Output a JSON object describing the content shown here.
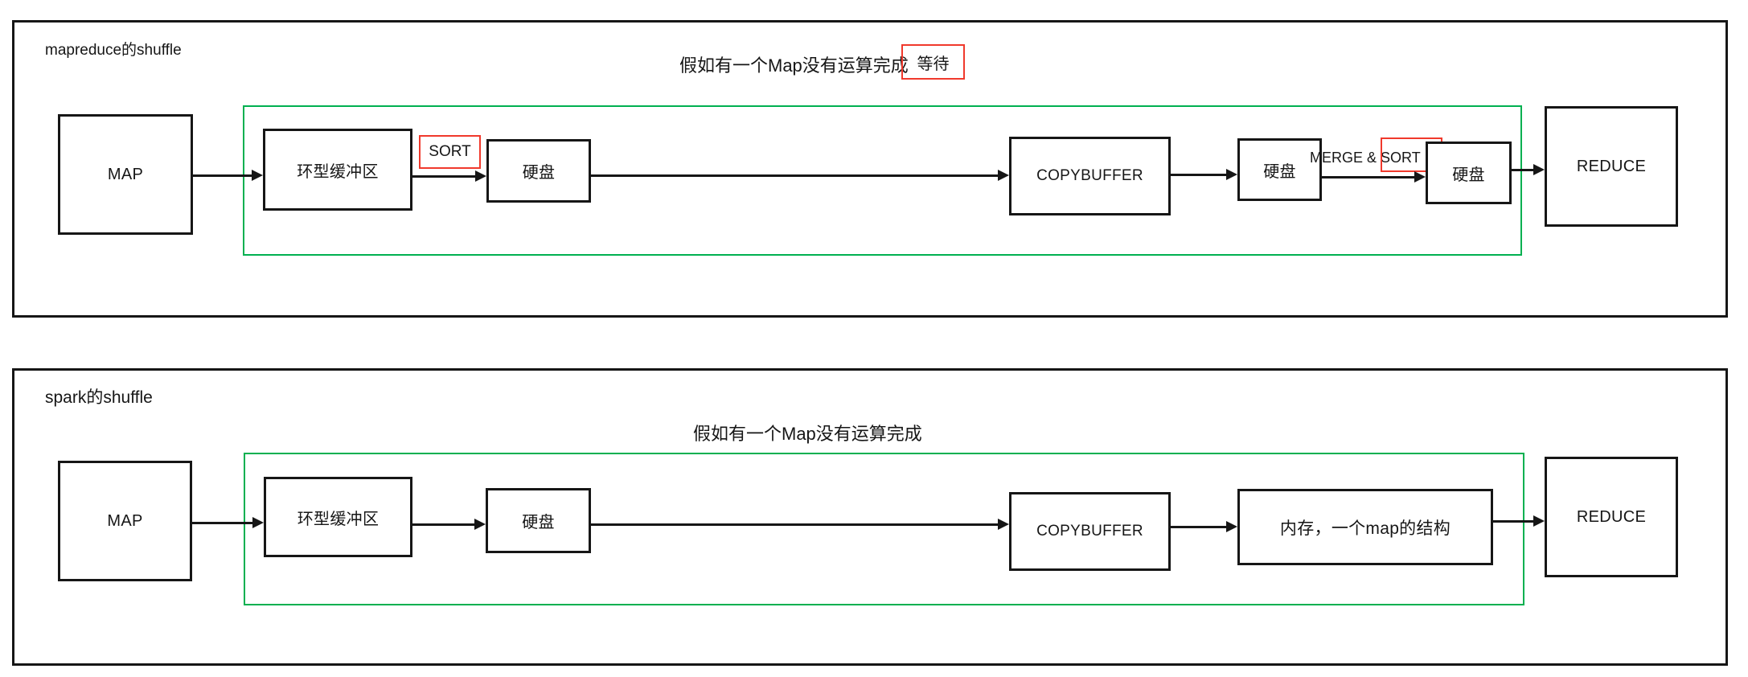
{
  "colors": {
    "green": "#00b050",
    "red": "#f0392c",
    "ink": "#161616"
  },
  "panel1": {
    "label": "mapreduce的shuffle",
    "title": "假如有一个Map没有运算完成",
    "wait_tag": "等待",
    "nodes": {
      "map": "MAP",
      "ring_buffer": "环型缓冲区",
      "sort_tag": "SORT",
      "disk1": "硬盘",
      "copybuffer": "COPYBUFFER",
      "disk2": "硬盘",
      "merge_sort_label": "MERGE & SORT",
      "disk3": "硬盘",
      "reduce": "REDUCE"
    }
  },
  "panel2": {
    "label": "spark的shuffle",
    "title": "假如有一个Map没有运算完成",
    "nodes": {
      "map": "MAP",
      "ring_buffer": "环型缓冲区",
      "disk": "硬盘",
      "copybuffer": "COPYBUFFER",
      "memory": "内存，一个map的结构",
      "reduce": "REDUCE"
    }
  }
}
